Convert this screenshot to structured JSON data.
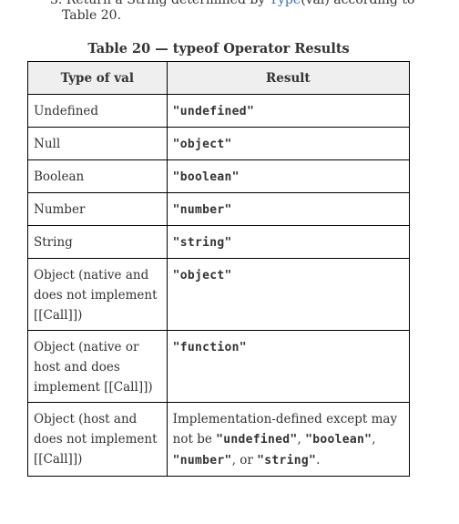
{
  "context": {
    "clipped_prefix": "3. Return a String determined by ",
    "clipped_link": "Type",
    "clipped_suffix": "(val) according to",
    "intro_line": "Table 20."
  },
  "table": {
    "caption": "Table 20 — typeof Operator Results",
    "headers": [
      "Type of val",
      "Result"
    ],
    "rows": [
      {
        "type": "Undefined",
        "result": "\"undefined\""
      },
      {
        "type": "Null",
        "result": "\"object\""
      },
      {
        "type": "Boolean",
        "result": "\"boolean\""
      },
      {
        "type": "Number",
        "result": "\"number\""
      },
      {
        "type": "String",
        "result": "\"string\""
      },
      {
        "type": "Object (native and does not implement [[Call]])",
        "result": "\"object\""
      },
      {
        "type": "Object (native or host and does implement [[Call]])",
        "result": "\"function\""
      },
      {
        "type": "Object (host and does not implement [[Call]])",
        "result_parts": {
          "p1": "Implementation-defined except may not be ",
          "c1": "\"undefined\"",
          "p2": ", ",
          "c2": "\"boolean\"",
          "p3": ", ",
          "c3": "\"number\"",
          "p4": ", or ",
          "c4": "\"string\"",
          "p5": "."
        }
      }
    ]
  }
}
